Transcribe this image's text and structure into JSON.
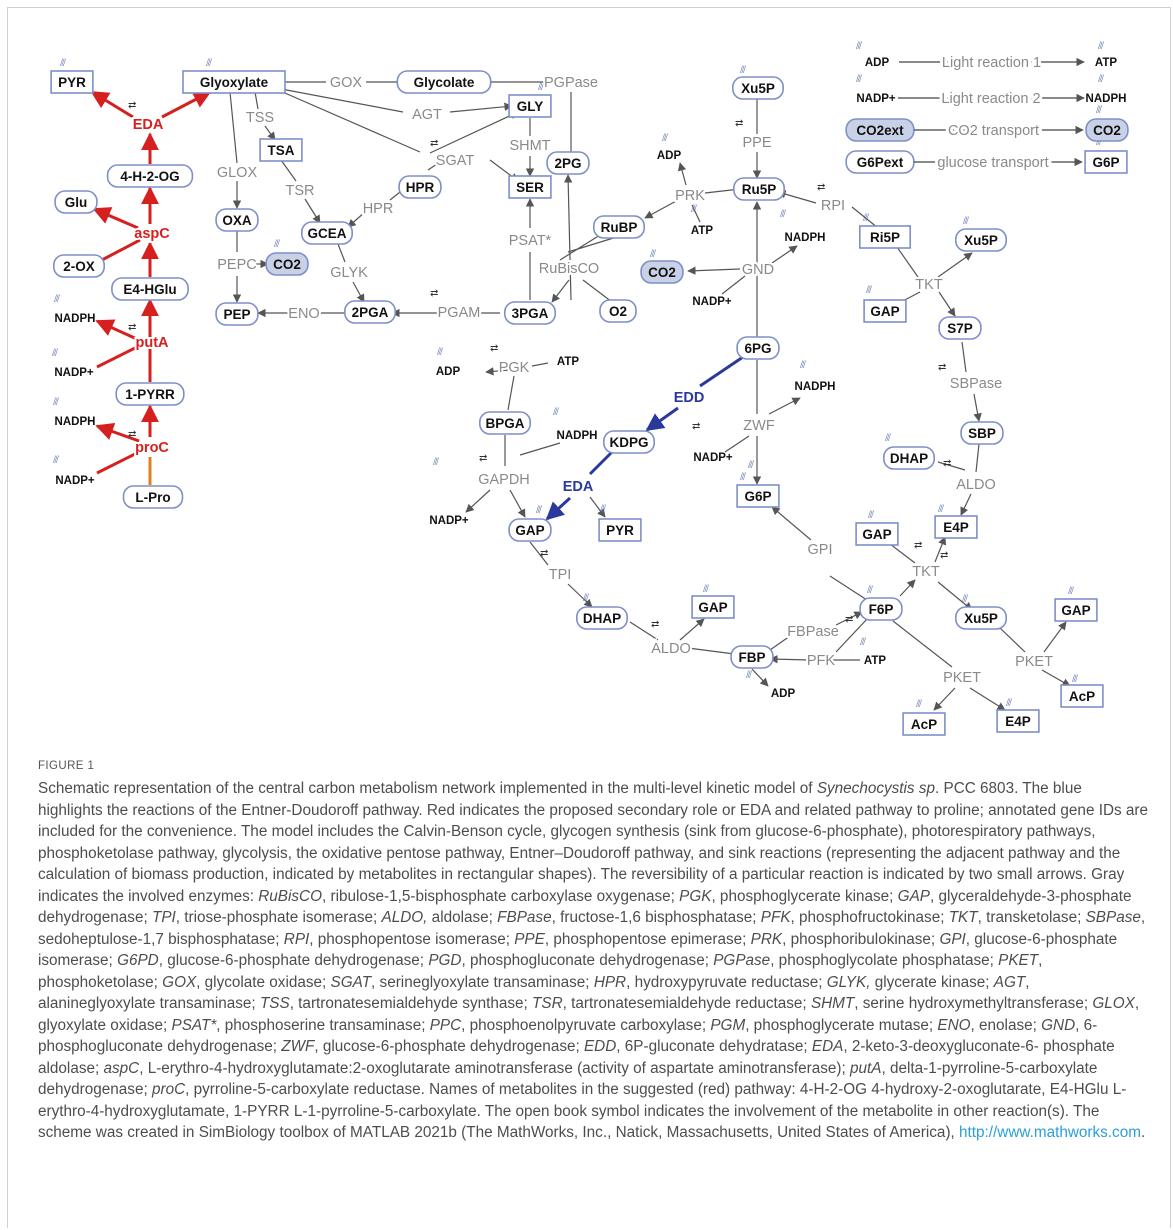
{
  "figure_label": "FIGURE 1",
  "caption_runs": [
    {
      "t": "Schematic representation of the central carbon metabolism network implemented in the multi-level kinetic model of "
    },
    {
      "t": "Synechocystis sp",
      "i": true
    },
    {
      "t": ". PCC 6803. The blue highlights the reactions of the Entner-Doudoroff pathway. Red indicates the proposed secondary role or EDA and related pathway to proline; annotated gene IDs are included for the convenience. The model includes the Calvin-Benson cycle, glycogen synthesis (sink from glucose-6-phosphate), photorespiratory pathways, phosphoketolase pathway, glycolysis, the oxidative pentose pathway, Entner–Doudoroff pathway, and sink reactions (representing the adjacent pathway and the calculation of biomass production, indicated by metabolites in rectangular shapes). The reversibility of a particular reaction is indicated by two small arrows. Gray indicates the involved enzymes: "
    },
    {
      "t": "RuBisCO",
      "i": true
    },
    {
      "t": ", ribulose-1,5-bisphosphate carboxylase oxygenase; "
    },
    {
      "t": "PGK",
      "i": true
    },
    {
      "t": ", phosphoglycerate kinase; "
    },
    {
      "t": "GAP",
      "i": true
    },
    {
      "t": ", glyceraldehyde-3-phosphate dehydrogenase; "
    },
    {
      "t": "TPI",
      "i": true
    },
    {
      "t": ", triose-phosphate isomerase; "
    },
    {
      "t": "ALDO,",
      "i": true
    },
    {
      "t": " aldolase; "
    },
    {
      "t": "FBPase",
      "i": true
    },
    {
      "t": ", fructose-1,6 bisphosphatase; "
    },
    {
      "t": "PFK",
      "i": true
    },
    {
      "t": ", phosphofructokinase; "
    },
    {
      "t": "TKT",
      "i": true
    },
    {
      "t": ", transketolase; "
    },
    {
      "t": "SBPase",
      "i": true
    },
    {
      "t": ", sedoheptulose-1,7 bisphosphatase; "
    },
    {
      "t": "RPI",
      "i": true
    },
    {
      "t": ", phosphopentose isomerase; "
    },
    {
      "t": "PPE",
      "i": true
    },
    {
      "t": ", phosphopentose epimerase; "
    },
    {
      "t": "PRK",
      "i": true
    },
    {
      "t": ", phosphoribulokinase; "
    },
    {
      "t": "GPI",
      "i": true
    },
    {
      "t": ", glucose-6-phosphate isomerase; "
    },
    {
      "t": "G6PD",
      "i": true
    },
    {
      "t": ", glucose-6-phosphate dehydrogenase; "
    },
    {
      "t": "PGD",
      "i": true
    },
    {
      "t": ", phosphogluconate dehydrogenase; "
    },
    {
      "t": "PGPase",
      "i": true
    },
    {
      "t": ", phosphoglycolate phosphatase; "
    },
    {
      "t": "PKET",
      "i": true
    },
    {
      "t": ", phosphoketolase; "
    },
    {
      "t": "GOX",
      "i": true
    },
    {
      "t": ", glycolate oxidase; "
    },
    {
      "t": "SGAT",
      "i": true
    },
    {
      "t": ", serineglyoxylate transaminase; "
    },
    {
      "t": "HPR",
      "i": true
    },
    {
      "t": ", hydroxypyruvate reductase; "
    },
    {
      "t": "GLYK,",
      "i": true
    },
    {
      "t": " glycerate kinase; "
    },
    {
      "t": "AGT",
      "i": true
    },
    {
      "t": ", alanineglyoxylate transaminase; "
    },
    {
      "t": "TSS",
      "i": true
    },
    {
      "t": ", tartronatesemialdehyde synthase; "
    },
    {
      "t": "TSR",
      "i": true
    },
    {
      "t": ", tartronatesemialdehyde reductase; "
    },
    {
      "t": "SHMT",
      "i": true
    },
    {
      "t": ", serine hydroxymethyltransferase; "
    },
    {
      "t": "GLOX",
      "i": true
    },
    {
      "t": ", glyoxylate oxidase; "
    },
    {
      "t": "PSAT*",
      "i": true
    },
    {
      "t": ", phosphoserine transaminase; "
    },
    {
      "t": "PPC",
      "i": true
    },
    {
      "t": ", phosphoenolpyruvate carboxylase; "
    },
    {
      "t": "PGM",
      "i": true
    },
    {
      "t": ", phosphoglycerate mutase; "
    },
    {
      "t": "ENO",
      "i": true
    },
    {
      "t": ", enolase; "
    },
    {
      "t": "GND",
      "i": true
    },
    {
      "t": ", 6-phosphogluconate dehydrogenase; "
    },
    {
      "t": "ZWF",
      "i": true
    },
    {
      "t": ", glucose-6-phosphate dehydrogenase; "
    },
    {
      "t": "EDD",
      "i": true
    },
    {
      "t": ", 6P-gluconate dehydratase; "
    },
    {
      "t": "EDA",
      "i": true
    },
    {
      "t": ", 2-keto-3-deoxygluconate-6- phosphate aldolase; "
    },
    {
      "t": "aspC",
      "i": true
    },
    {
      "t": ", L-erythro-4-hydroxyglutamate:2-oxoglutarate aminotransferase (activity of aspartate aminotransferase); "
    },
    {
      "t": "putA",
      "i": true
    },
    {
      "t": ", delta-1-pyrroline-5-carboxylate dehydrogenase; "
    },
    {
      "t": "proC",
      "i": true
    },
    {
      "t": ", pyrroline-5-carboxylate reductase. Names of metabolites in the suggested (red) pathway: 4-H-2-OG 4-hydroxy-2-oxoglutarate, E4-HGlu L-erythro-4-hydroxyglutamate, 1-PYRR L-1-pyrroline-5-carboxylate. The open book symbol indicates the involvement of the metabolite in other reaction(s). The scheme was created in SimBiology toolbox of MATLAB 2021b (The MathWorks, Inc., Natick, Massachusetts, United States of America), "
    },
    {
      "t": "http://www.mathworks.com",
      "link": true
    },
    {
      "t": "."
    }
  ],
  "colors": {
    "gray": "#8a8a8a",
    "red": "#d62020",
    "blue": "#2a3a9c",
    "node_border": "#7d8fc8",
    "node_fill_ext": "#c9d1e6",
    "orange": "#e08020"
  },
  "legend": [
    {
      "from": "ADP",
      "label": "Light reaction 1",
      "to": "ATP"
    },
    {
      "from": "NADP+",
      "label": "Light reaction 2",
      "to": "NADPH"
    },
    {
      "from": "CO2ext",
      "label": "CO2 transport",
      "to": "CO2"
    },
    {
      "from": "G6Pext",
      "label": "glucose transport",
      "to": "G6P"
    }
  ],
  "nodes": [
    {
      "id": "PYR1",
      "label": "PYR",
      "shape": "rect"
    },
    {
      "id": "Glyoxylate",
      "label": "Glyoxylate",
      "shape": "rect"
    },
    {
      "id": "Glycolate",
      "label": "Glycolate",
      "shape": "pill"
    },
    {
      "id": "GLY",
      "label": "GLY",
      "shape": "rect"
    },
    {
      "id": "4H2OG",
      "label": "4-H-2-OG",
      "shape": "pill"
    },
    {
      "id": "Glu",
      "label": "Glu",
      "shape": "pill"
    },
    {
      "id": "2OX",
      "label": "2-OX",
      "shape": "pill"
    },
    {
      "id": "E4HGlu",
      "label": "E4-HGlu",
      "shape": "pill"
    },
    {
      "id": "1PYRR",
      "label": "1-PYRR",
      "shape": "pill"
    },
    {
      "id": "LPro",
      "label": "L-Pro",
      "shape": "pill"
    },
    {
      "id": "TSA",
      "label": "TSA",
      "shape": "rect"
    },
    {
      "id": "OXA",
      "label": "OXA",
      "shape": "pill"
    },
    {
      "id": "CO2a",
      "label": "CO2",
      "shape": "ext"
    },
    {
      "id": "PEP",
      "label": "PEP",
      "shape": "pill"
    },
    {
      "id": "GCEA",
      "label": "GCEA",
      "shape": "pill"
    },
    {
      "id": "HPR",
      "label": "HPR",
      "shape": "pill"
    },
    {
      "id": "2PGA",
      "label": "2PGA",
      "shape": "pill"
    },
    {
      "id": "3PGA",
      "label": "3PGA",
      "shape": "pill"
    },
    {
      "id": "SER",
      "label": "SER",
      "shape": "rect"
    },
    {
      "id": "2PG",
      "label": "2PG",
      "shape": "pill"
    },
    {
      "id": "RuBP",
      "label": "RuBP",
      "shape": "pill"
    },
    {
      "id": "O2",
      "label": "O2",
      "shape": "pill"
    },
    {
      "id": "CO2b",
      "label": "CO2",
      "shape": "ext"
    },
    {
      "id": "Xu5Pa",
      "label": "Xu5P",
      "shape": "pill"
    },
    {
      "id": "Ru5P",
      "label": "Ru5P",
      "shape": "pill"
    },
    {
      "id": "Ri5P",
      "label": "Ri5P",
      "shape": "rect"
    },
    {
      "id": "Xu5Pb",
      "label": "Xu5P",
      "shape": "pill"
    },
    {
      "id": "GAPa",
      "label": "GAP",
      "shape": "rect"
    },
    {
      "id": "S7P",
      "label": "S7P",
      "shape": "pill"
    },
    {
      "id": "SBP",
      "label": "SBP",
      "shape": "pill"
    },
    {
      "id": "DHAPa",
      "label": "DHAP",
      "shape": "pill"
    },
    {
      "id": "E4Pa",
      "label": "E4P",
      "shape": "rect"
    },
    {
      "id": "6PG",
      "label": "6PG",
      "shape": "pill"
    },
    {
      "id": "BPGA",
      "label": "BPGA",
      "shape": "pill"
    },
    {
      "id": "KDPG",
      "label": "KDPG",
      "shape": "pill"
    },
    {
      "id": "G6P",
      "label": "G6P",
      "shape": "rect"
    },
    {
      "id": "GAPb",
      "label": "GAP",
      "shape": "pill"
    },
    {
      "id": "PYR2",
      "label": "PYR",
      "shape": "rect"
    },
    {
      "id": "GAPc",
      "label": "GAP",
      "shape": "rect"
    },
    {
      "id": "DHAPb",
      "label": "DHAP",
      "shape": "pill"
    },
    {
      "id": "GAPd",
      "label": "GAP",
      "shape": "rect"
    },
    {
      "id": "F6P",
      "label": "F6P",
      "shape": "pill"
    },
    {
      "id": "FBP",
      "label": "FBP",
      "shape": "pill"
    },
    {
      "id": "Xu5Pc",
      "label": "Xu5P",
      "shape": "pill"
    },
    {
      "id": "GAPe",
      "label": "GAP",
      "shape": "rect"
    },
    {
      "id": "AcPa",
      "label": "AcP",
      "shape": "rect"
    },
    {
      "id": "AcPb",
      "label": "AcP",
      "shape": "rect"
    },
    {
      "id": "E4Pb",
      "label": "E4P",
      "shape": "rect"
    }
  ],
  "enzymes": [
    {
      "id": "GOX",
      "label": "GOX",
      "color": "gray"
    },
    {
      "id": "PGPase",
      "label": "PGPase",
      "color": "gray"
    },
    {
      "id": "AGT",
      "label": "AGT",
      "color": "gray"
    },
    {
      "id": "TSS",
      "label": "TSS",
      "color": "gray"
    },
    {
      "id": "SGAT",
      "label": "SGAT",
      "color": "gray"
    },
    {
      "id": "SHMT",
      "label": "SHMT",
      "color": "gray"
    },
    {
      "id": "GLOX",
      "label": "GLOX",
      "color": "gray"
    },
    {
      "id": "TSR",
      "label": "TSR",
      "color": "gray"
    },
    {
      "id": "HPR_e",
      "label": "HPR",
      "color": "gray"
    },
    {
      "id": "PEPC",
      "label": "PEPC",
      "color": "gray"
    },
    {
      "id": "GLYK",
      "label": "GLYK",
      "color": "gray"
    },
    {
      "id": "ENO",
      "label": "ENO",
      "color": "gray"
    },
    {
      "id": "PGAM",
      "label": "PGAM",
      "color": "gray"
    },
    {
      "id": "PSAT",
      "label": "PSAT*",
      "color": "gray"
    },
    {
      "id": "RuBisCO",
      "label": "RuBisCO",
      "color": "gray"
    },
    {
      "id": "PPE",
      "label": "PPE",
      "color": "gray"
    },
    {
      "id": "PRK",
      "label": "PRK",
      "color": "gray"
    },
    {
      "id": "RPI",
      "label": "RPI",
      "color": "gray"
    },
    {
      "id": "GND",
      "label": "GND",
      "color": "gray"
    },
    {
      "id": "TKT1",
      "label": "TKT",
      "color": "gray"
    },
    {
      "id": "SBPase",
      "label": "SBPase",
      "color": "gray"
    },
    {
      "id": "ALDO1",
      "label": "ALDO",
      "color": "gray"
    },
    {
      "id": "ZWF",
      "label": "ZWF",
      "color": "gray"
    },
    {
      "id": "PGK",
      "label": "PGK",
      "color": "gray"
    },
    {
      "id": "GAPDH",
      "label": "GAPDH",
      "color": "gray"
    },
    {
      "id": "GPI",
      "label": "GPI",
      "color": "gray"
    },
    {
      "id": "TKT2",
      "label": "TKT",
      "color": "gray"
    },
    {
      "id": "TPI",
      "label": "TPI",
      "color": "gray"
    },
    {
      "id": "ALDO2",
      "label": "ALDO",
      "color": "gray"
    },
    {
      "id": "FBPase",
      "label": "FBPase",
      "color": "gray"
    },
    {
      "id": "PFK",
      "label": "PFK",
      "color": "gray"
    },
    {
      "id": "PKET1",
      "label": "PKET",
      "color": "gray"
    },
    {
      "id": "PKET2",
      "label": "PKET",
      "color": "gray"
    },
    {
      "id": "EDA1",
      "label": "EDA",
      "color": "red"
    },
    {
      "id": "aspC",
      "label": "aspC",
      "color": "red"
    },
    {
      "id": "putA",
      "label": "putA",
      "color": "red"
    },
    {
      "id": "proC",
      "label": "proC",
      "color": "red"
    },
    {
      "id": "EDD",
      "label": "EDD",
      "color": "blue"
    },
    {
      "id": "EDA2",
      "label": "EDA",
      "color": "blue"
    }
  ],
  "cofactors": [
    {
      "id": "nadph1",
      "label": "NADPH"
    },
    {
      "id": "nadp1",
      "label": "NADP+"
    },
    {
      "id": "nadph2",
      "label": "NADPH"
    },
    {
      "id": "nadp2",
      "label": "NADP+"
    },
    {
      "id": "adp1",
      "label": "ADP"
    },
    {
      "id": "atp1",
      "label": "ATP"
    },
    {
      "id": "nadph3",
      "label": "NADPH"
    },
    {
      "id": "nadp3",
      "label": "NADP+"
    },
    {
      "id": "adp2",
      "label": "ADP"
    },
    {
      "id": "atp2",
      "label": "ATP"
    },
    {
      "id": "nadph4",
      "label": "NADPH"
    },
    {
      "id": "nadp4",
      "label": "NADP+"
    },
    {
      "id": "nadph5",
      "label": "NADPH"
    },
    {
      "id": "nadp5",
      "label": "NADP+"
    },
    {
      "id": "atp3",
      "label": "ATP"
    },
    {
      "id": "adp3",
      "label": "ADP"
    }
  ]
}
